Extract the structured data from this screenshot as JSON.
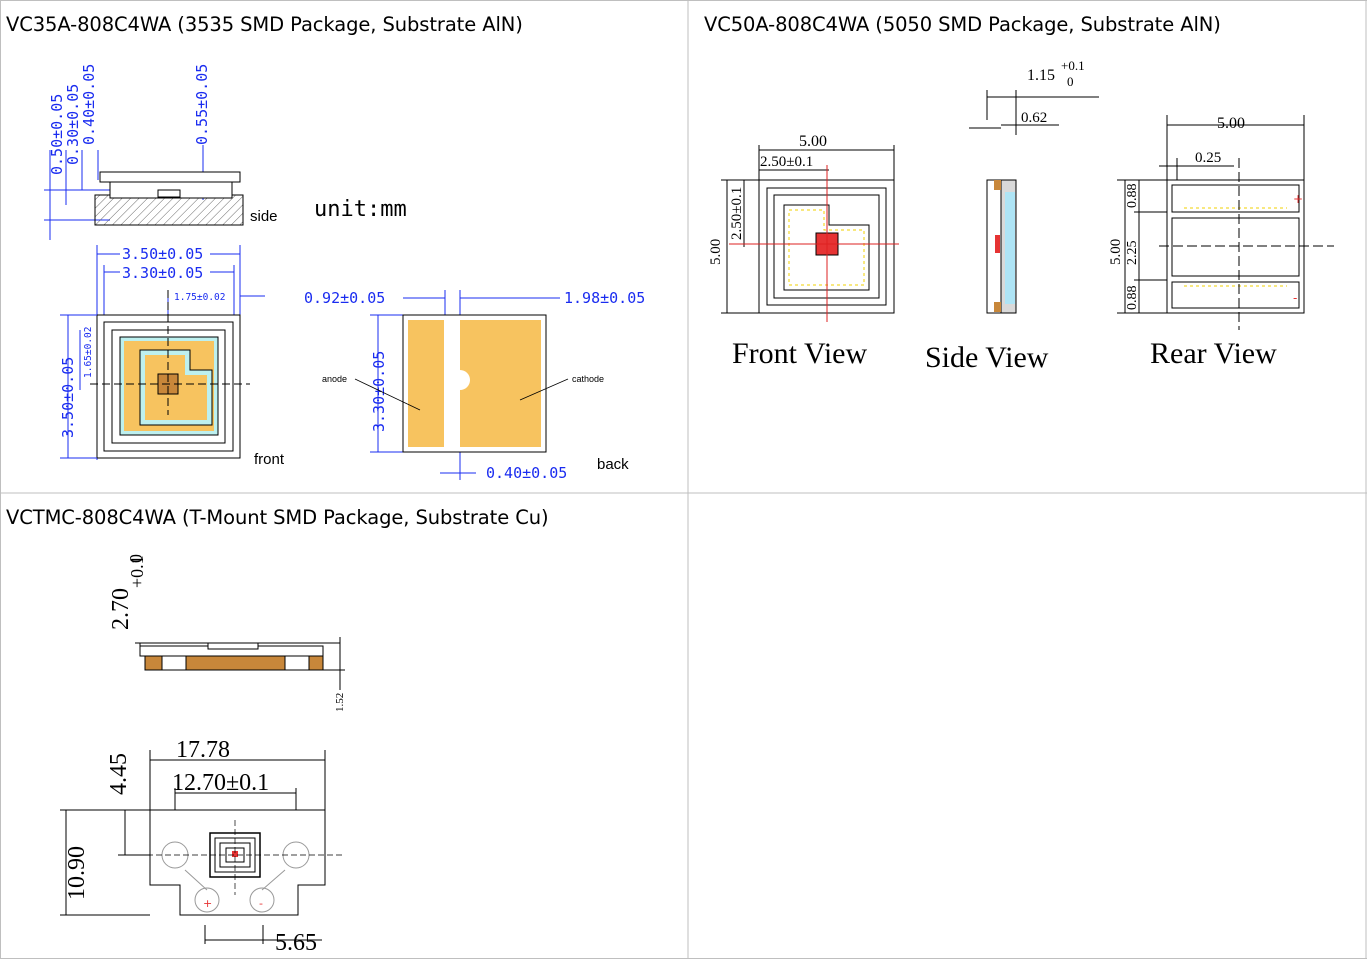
{
  "cells": {
    "vc35": {
      "title": "VC35A-808C4WA (3535 SMD Package, Substrate AlN)",
      "unit": "unit:mm",
      "view_labels": {
        "side": "side",
        "front": "front",
        "back": "back",
        "anode": "anode",
        "cathode": "cathode"
      },
      "dims": {
        "h050": "0.50±0.05",
        "h030": "0.30±0.05",
        "h040": "0.40±0.05",
        "h055": "0.55±0.05",
        "w350": "3.50±0.05",
        "w330": "3.30±0.05",
        "w175": "1.75±0.02",
        "v165": "1.65±0.02",
        "v350": "3.50±0.05",
        "p092": "0.92±0.05",
        "p198": "1.98±0.05",
        "p330": "3.30±0.05",
        "p040": "0.40±0.05"
      }
    },
    "vc50": {
      "title": "VC50A-808C4WA (5050 SMD Package, Substrate AlN)",
      "view_labels": {
        "front": "Front View",
        "side": "Side View",
        "rear": "Rear View"
      },
      "dims": {
        "f500": "5.00",
        "f250": "2.50±0.1",
        "fv500": "5.00",
        "fv250": "2.50±0.1",
        "s115": "1.15",
        "s115_tol_up": "+0.1",
        "s115_tol_dn": "0",
        "s062": "0.62",
        "r500": "5.00",
        "r025": "0.25",
        "rv500": "5.00",
        "r088a": "0.88",
        "r225": "2.25",
        "r088b": "0.88"
      }
    },
    "vctmc": {
      "title": "VCTMC-808C4WA (T-Mount SMD Package, Substrate Cu)",
      "dims": {
        "h270": "2.70",
        "h270_tol_up": "+0.1",
        "h270_tol_dn": "0",
        "h152": "1.52",
        "w1778": "17.78",
        "w1270": "12.70±0.1",
        "v445": "4.45",
        "v1090": "10.90",
        "w565": "5.65"
      }
    },
    "empty": {}
  },
  "colors": {
    "pad": "#f7c35f",
    "dim_blue": "#1a2cf0",
    "frame": "#bfbfbf",
    "copper": "#c8873a"
  }
}
